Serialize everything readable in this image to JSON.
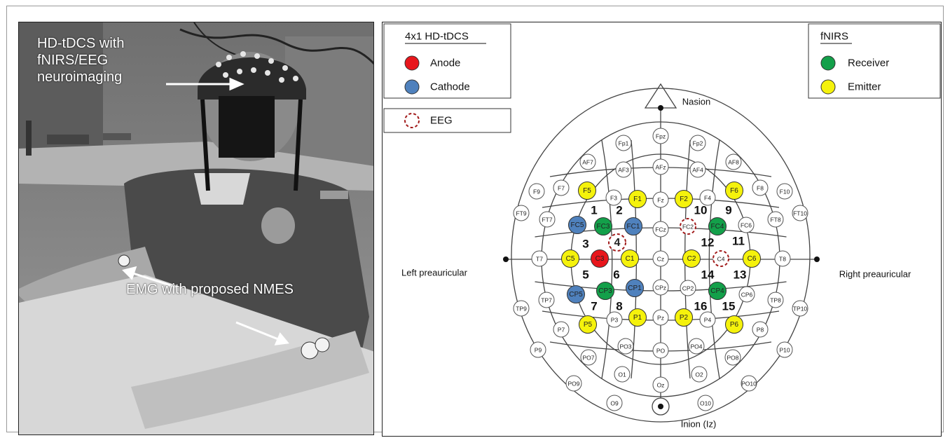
{
  "photo": {
    "label_top": [
      "HD-tDCS with",
      "fNIRS/EEG",
      "neuroimaging"
    ],
    "label_bottom": "EMG with proposed NMES"
  },
  "legend_hdtdcs": {
    "title": "4x1 HD-tDCS",
    "items": [
      {
        "label": "Anode",
        "color": "#e8161c"
      },
      {
        "label": "Cathode",
        "color": "#4f81bd"
      }
    ]
  },
  "legend_eeg": {
    "label": "EEG",
    "color": "#a11a1a"
  },
  "legend_fnirs": {
    "title": "fNIRS",
    "items": [
      {
        "label": "Receiver",
        "color": "#13a04a"
      },
      {
        "label": "Emitter",
        "color": "#f5f20c"
      }
    ]
  },
  "landmarks": {
    "nasion": "Nasion",
    "inion": "Inion (Iz)",
    "left": "Left preauricular",
    "right": "Right preauricular"
  },
  "colors": {
    "anode": "#e8161c",
    "cathode": "#4f81bd",
    "receiver": "#13a04a",
    "emitter": "#f5f20c",
    "eeg": "#a11a1a"
  },
  "electrodes": [
    {
      "label": "Fpz",
      "type": "plain"
    },
    {
      "label": "Fp1",
      "type": "plain"
    },
    {
      "label": "Fp2",
      "type": "plain"
    },
    {
      "label": "AF7",
      "type": "plain"
    },
    {
      "label": "AF3",
      "type": "plain"
    },
    {
      "label": "AFz",
      "type": "plain"
    },
    {
      "label": "AF4",
      "type": "plain"
    },
    {
      "label": "AF8",
      "type": "plain"
    },
    {
      "label": "F9",
      "type": "plain"
    },
    {
      "label": "F7",
      "type": "plain"
    },
    {
      "label": "F5",
      "type": "emitter"
    },
    {
      "label": "F3",
      "type": "plain"
    },
    {
      "label": "F1",
      "type": "emitter"
    },
    {
      "label": "Fz",
      "type": "plain"
    },
    {
      "label": "F2",
      "type": "emitter"
    },
    {
      "label": "F4",
      "type": "plain"
    },
    {
      "label": "F6",
      "type": "emitter"
    },
    {
      "label": "F8",
      "type": "plain"
    },
    {
      "label": "F10",
      "type": "plain"
    },
    {
      "label": "FT9",
      "type": "plain"
    },
    {
      "label": "FT7",
      "type": "plain"
    },
    {
      "label": "FC5",
      "type": "cathode"
    },
    {
      "label": "FC3",
      "type": "receiver"
    },
    {
      "label": "FC1",
      "type": "cathode"
    },
    {
      "label": "FCz",
      "type": "plain"
    },
    {
      "label": "FC2",
      "type": "eeg"
    },
    {
      "label": "FC4",
      "type": "receiver"
    },
    {
      "label": "FC6",
      "type": "plain"
    },
    {
      "label": "FT8",
      "type": "plain"
    },
    {
      "label": "FT10",
      "type": "plain"
    },
    {
      "label": "T7",
      "type": "plain"
    },
    {
      "label": "C5",
      "type": "emitter"
    },
    {
      "label": "C3",
      "type": "anode"
    },
    {
      "label": "C1",
      "type": "emitter"
    },
    {
      "label": "Cz",
      "type": "plain"
    },
    {
      "label": "C2",
      "type": "emitter"
    },
    {
      "label": "C4",
      "type": "eeg"
    },
    {
      "label": "C6",
      "type": "emitter"
    },
    {
      "label": "T8",
      "type": "plain"
    },
    {
      "label": "TP9",
      "type": "plain"
    },
    {
      "label": "TP7",
      "type": "plain"
    },
    {
      "label": "CP5",
      "type": "cathode"
    },
    {
      "label": "CP3",
      "type": "receiver"
    },
    {
      "label": "CP1",
      "type": "cathode"
    },
    {
      "label": "CPz",
      "type": "plain"
    },
    {
      "label": "CP2",
      "type": "plain"
    },
    {
      "label": "CP4",
      "type": "receiver"
    },
    {
      "label": "CP6",
      "type": "plain"
    },
    {
      "label": "TP8",
      "type": "plain"
    },
    {
      "label": "TP10",
      "type": "plain"
    },
    {
      "label": "P9",
      "type": "plain"
    },
    {
      "label": "P7",
      "type": "plain"
    },
    {
      "label": "P5",
      "type": "emitter"
    },
    {
      "label": "P3",
      "type": "plain"
    },
    {
      "label": "P1",
      "type": "emitter"
    },
    {
      "label": "Pz",
      "type": "plain"
    },
    {
      "label": "P2",
      "type": "emitter"
    },
    {
      "label": "P4",
      "type": "plain"
    },
    {
      "label": "P6",
      "type": "emitter"
    },
    {
      "label": "P8",
      "type": "plain"
    },
    {
      "label": "P10",
      "type": "plain"
    },
    {
      "label": "PO7",
      "type": "plain"
    },
    {
      "label": "PO3",
      "type": "plain"
    },
    {
      "label": "PO",
      "type": "plain"
    },
    {
      "label": "PO4",
      "type": "plain"
    },
    {
      "label": "PO8",
      "type": "plain"
    },
    {
      "label": "PO9",
      "type": "plain"
    },
    {
      "label": "O1",
      "type": "plain"
    },
    {
      "label": "Oz",
      "type": "plain"
    },
    {
      "label": "O2",
      "type": "plain"
    },
    {
      "label": "PO10",
      "type": "plain"
    },
    {
      "label": "O9",
      "type": "plain"
    },
    {
      "label": "O10",
      "type": "plain"
    },
    {
      "label": "4",
      "type": "eeg-number"
    }
  ],
  "channels": [
    "1",
    "2",
    "3",
    "5",
    "6",
    "7",
    "8",
    "9",
    "10",
    "11",
    "12",
    "13",
    "14",
    "15",
    "16"
  ]
}
